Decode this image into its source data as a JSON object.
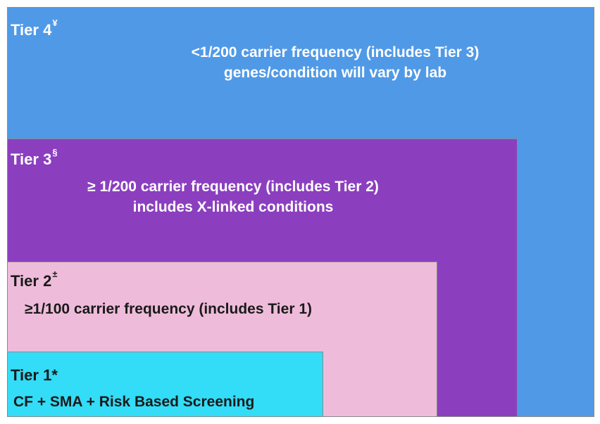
{
  "tiers": [
    {
      "label": "Tier 4",
      "mark": "¥",
      "line1": "<1/200 carrier frequency (includes Tier 3)",
      "line2": "genes/condition will vary by lab",
      "color": "#5099e6"
    },
    {
      "label": "Tier 3",
      "mark": "§",
      "line1": "≥ 1/200 carrier frequency (includes Tier 2)",
      "line2": "includes X-linked conditions",
      "color": "#8b3fbf"
    },
    {
      "label": "Tier 2",
      "mark": "±",
      "line1": "≥1/100 carrier frequency (includes Tier 1)",
      "color": "#eebcda"
    },
    {
      "label": "Tier 1",
      "mark": "*",
      "line1": "CF + SMA + Risk Based Screening",
      "color": "#33dcf7"
    }
  ]
}
